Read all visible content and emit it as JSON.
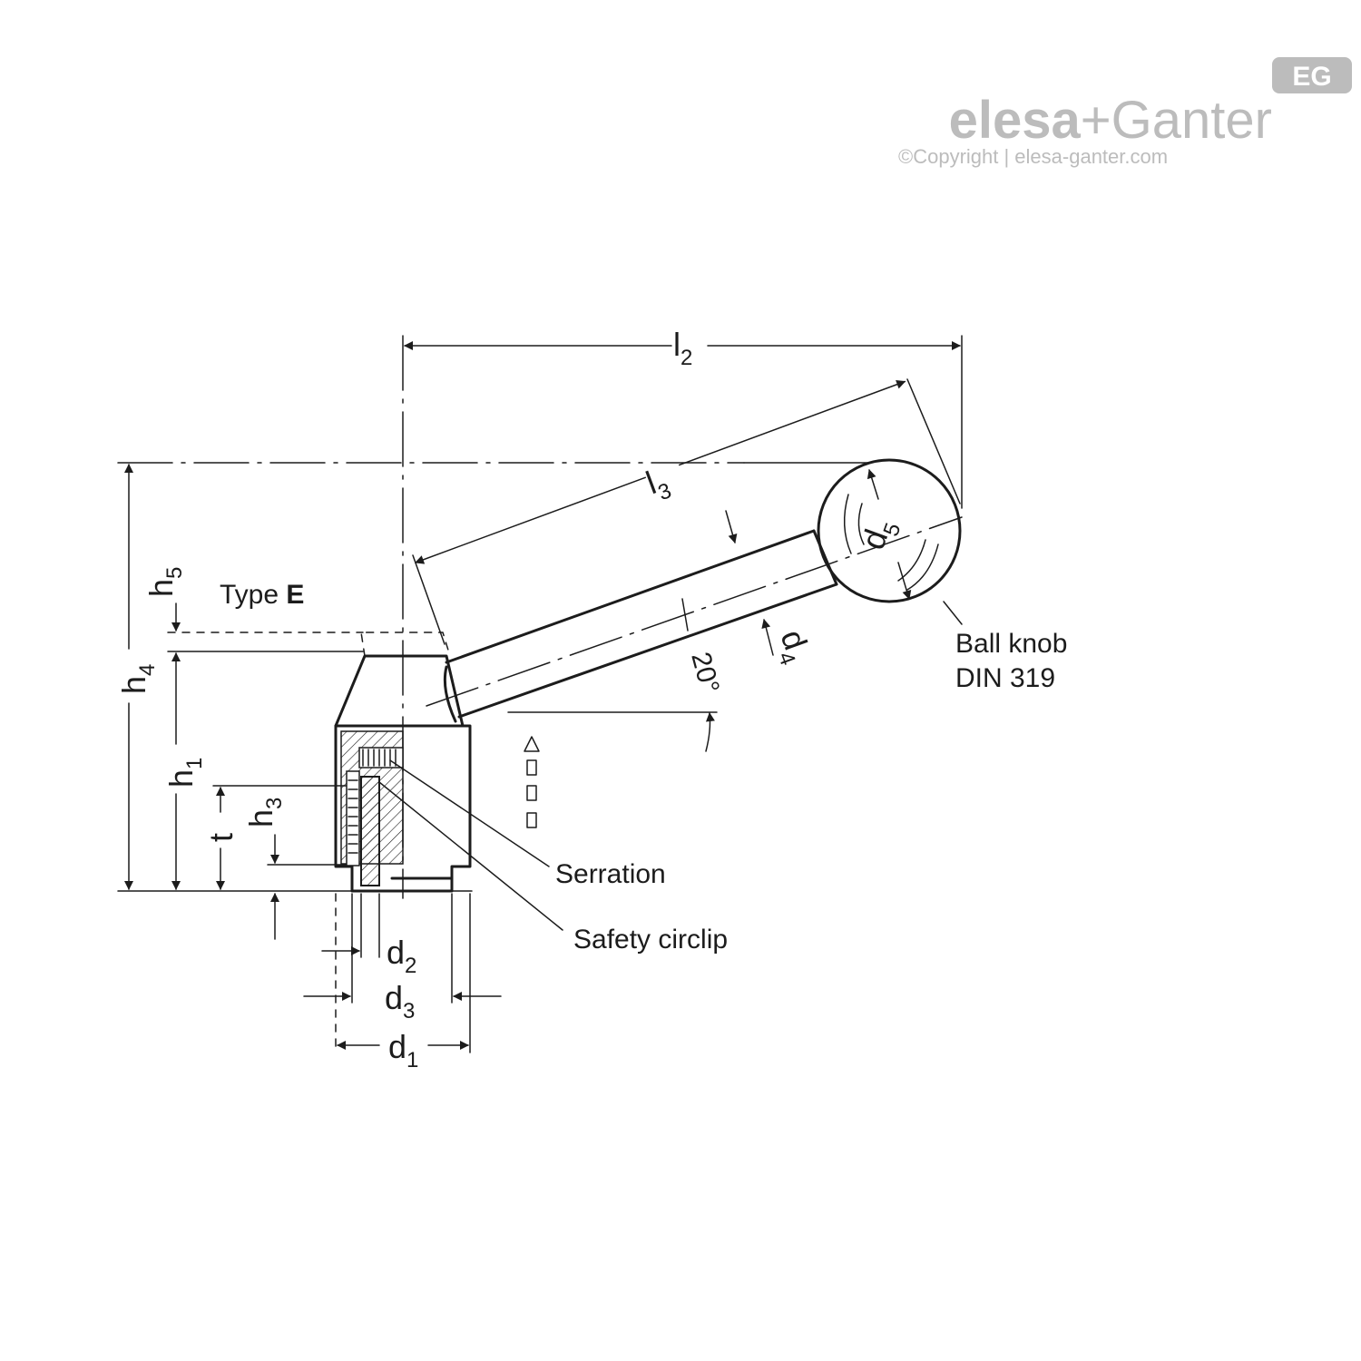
{
  "logo": {
    "badge": "EG",
    "brand_part1": "elesa",
    "brand_plus": "+",
    "brand_part2": "Ganter",
    "copyright": "©Copyright | elesa-ganter.com"
  },
  "colors": {
    "line": "#1c1c1c",
    "logo": "#bcbcbc",
    "background": "#ffffff"
  },
  "dimensions": {
    "l2": {
      "main": "l",
      "sub": "2"
    },
    "l3": {
      "main": "l",
      "sub": "3"
    },
    "h1": {
      "main": "h",
      "sub": "1"
    },
    "h3": {
      "main": "h",
      "sub": "3"
    },
    "h4": {
      "main": "h",
      "sub": "4"
    },
    "h5": {
      "main": "h",
      "sub": "5"
    },
    "t": {
      "main": "t"
    },
    "d1": {
      "main": "d",
      "sub": "1"
    },
    "d2": {
      "main": "d",
      "sub": "2"
    },
    "d3": {
      "main": "d",
      "sub": "3"
    },
    "d4": {
      "main": "d",
      "sub": "4"
    },
    "d5": {
      "main": "d",
      "sub": "5"
    },
    "angle": "20°"
  },
  "labels": {
    "type_prefix": "Type ",
    "type_code": "E",
    "ball_knob_line1": "Ball knob",
    "ball_knob_line2": "DIN 319",
    "serration": "Serration",
    "safety_circlip": "Safety circlip"
  }
}
